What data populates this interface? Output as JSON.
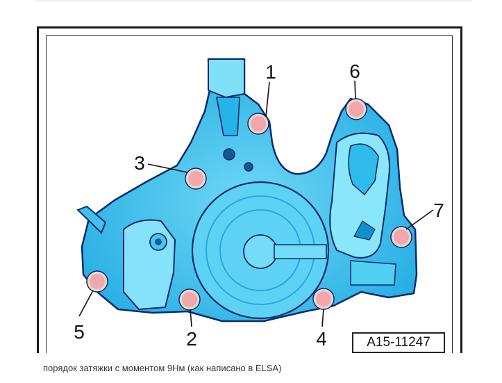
{
  "figure": {
    "drawing_id": "A15-11247",
    "callouts": [
      {
        "label": "1"
      },
      {
        "label": "2"
      },
      {
        "label": "3"
      },
      {
        "label": "4"
      },
      {
        "label": "5"
      },
      {
        "label": "6"
      },
      {
        "label": "7"
      }
    ]
  },
  "caption": "порядок затяжки с моментом 9Нм (как написано в ELSA)",
  "colors": {
    "part_fill": "#1fb7ea",
    "part_light": "#7fe0f8",
    "part_outline": "#0a2a6e",
    "bolt_head": "#f2a6ae",
    "bolt_ring": "#e7d8c8"
  }
}
